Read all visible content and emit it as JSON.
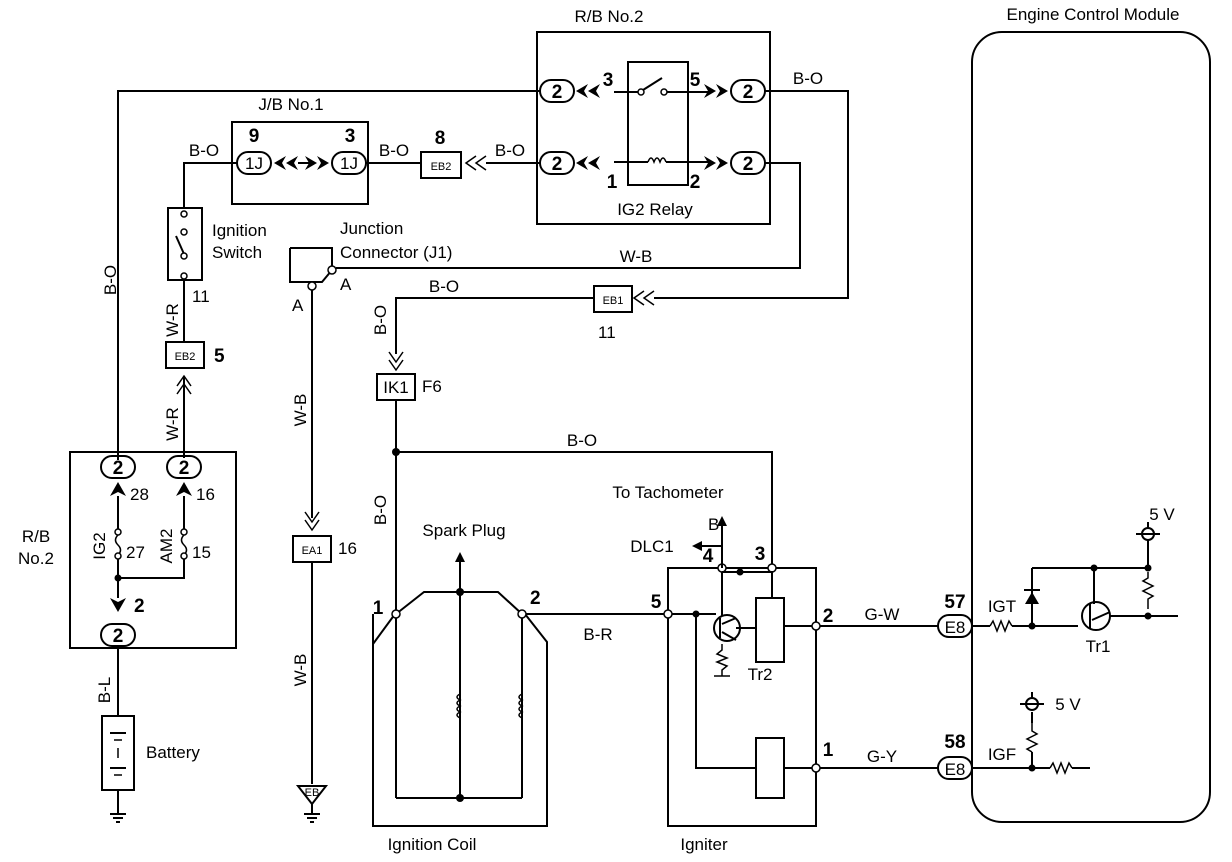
{
  "labels": {
    "rb2_top": "R/B No.2",
    "ecm_title": "Engine Control Module",
    "jb1": "J/B No.1",
    "ig2_relay": "IG2 Relay",
    "junction_line1": "Junction",
    "junction_line2": "Connector (J1)",
    "ignition_line1": "Ignition",
    "ignition_line2": "Switch",
    "rb2_left_line1": "R/B",
    "rb2_left_line2": "No.2",
    "battery": "Battery",
    "spark_plug": "Spark Plug",
    "to_tachometer": "To Tachometer",
    "dlc1": "DLC1",
    "ignition_coil": "Ignition Coil",
    "igniter": "Igniter",
    "tr1": "Tr1",
    "tr2": "Tr2",
    "igt": "IGT",
    "igf": "IGF",
    "five_v_1": "5 V",
    "five_v_2": "5 V",
    "ig2_fuse": "IG2",
    "am2_fuse": "AM2"
  },
  "wires": {
    "bo": "B-O",
    "wb": "W-B",
    "wr": "W-R",
    "bl": "B-L",
    "br": "B-R",
    "gw": "G-W",
    "gy": "G-Y",
    "b": "B"
  },
  "connectors": {
    "c2": "2",
    "j1": "1J",
    "eb2": "EB2",
    "eb1": "EB1",
    "ik1": "IK1",
    "ea1": "EA1",
    "e8": "E8",
    "eb_ground": "EB"
  },
  "pins": {
    "relay3": "3",
    "relay5": "5",
    "relay1": "1",
    "relay2": "2",
    "jb9": "9",
    "jb3": "3",
    "eb2_8": "8",
    "ign11": "11",
    "eb2_5": "5",
    "eb1_11": "11",
    "ik1_f6": "F6",
    "ea1_16": "16",
    "j1_a_left": "A",
    "j1_a_right": "A",
    "rb_28": "28",
    "rb_16": "16",
    "rb_27": "27",
    "rb_15": "15",
    "rb_2": "2",
    "coil1": "1",
    "coil2": "2",
    "ign5": "5",
    "ign4": "4",
    "ign3": "3",
    "ign2": "2",
    "ign1": "1",
    "ecm57": "57",
    "ecm58": "58"
  }
}
